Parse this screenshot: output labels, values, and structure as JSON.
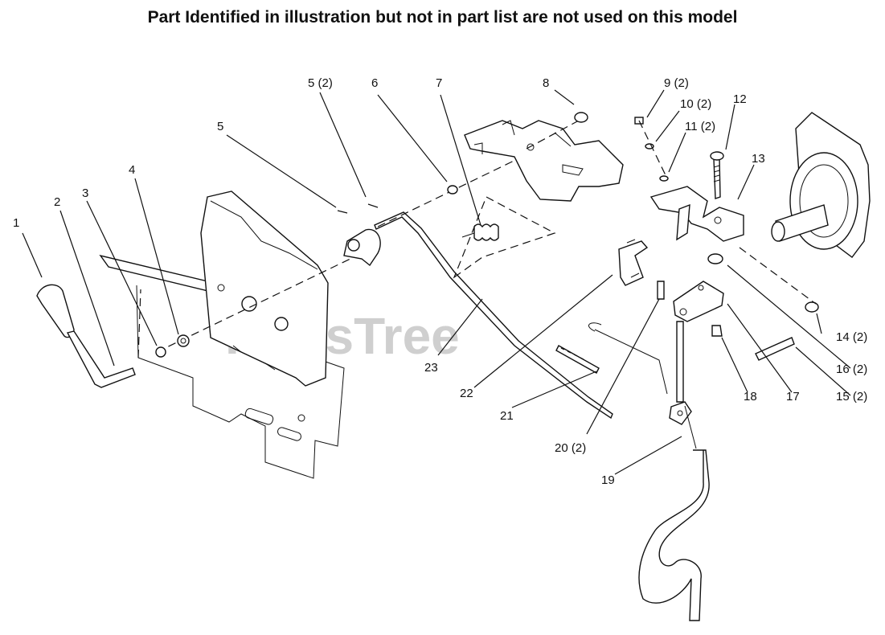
{
  "heading": "Part Identified in illustration but not in part list are not used on this model",
  "watermark": "PartsTree",
  "callouts": [
    {
      "id": "1",
      "text": "1"
    },
    {
      "id": "2",
      "text": "2"
    },
    {
      "id": "3",
      "text": "3"
    },
    {
      "id": "4",
      "text": "4"
    },
    {
      "id": "5a",
      "text": "5"
    },
    {
      "id": "5b",
      "text": "5 (2)"
    },
    {
      "id": "6",
      "text": "6"
    },
    {
      "id": "7",
      "text": "7"
    },
    {
      "id": "8",
      "text": "8"
    },
    {
      "id": "9",
      "text": "9 (2)"
    },
    {
      "id": "10",
      "text": "10 (2)"
    },
    {
      "id": "11",
      "text": "11 (2)"
    },
    {
      "id": "12",
      "text": "12"
    },
    {
      "id": "13",
      "text": "13"
    },
    {
      "id": "14",
      "text": "14 (2)"
    },
    {
      "id": "15",
      "text": "15 (2)"
    },
    {
      "id": "16",
      "text": "16 (2)"
    },
    {
      "id": "17",
      "text": "17"
    },
    {
      "id": "18",
      "text": "18"
    },
    {
      "id": "19",
      "text": "19"
    },
    {
      "id": "20",
      "text": "20 (2)"
    },
    {
      "id": "21",
      "text": "21"
    },
    {
      "id": "22",
      "text": "22"
    },
    {
      "id": "23",
      "text": "23"
    }
  ]
}
